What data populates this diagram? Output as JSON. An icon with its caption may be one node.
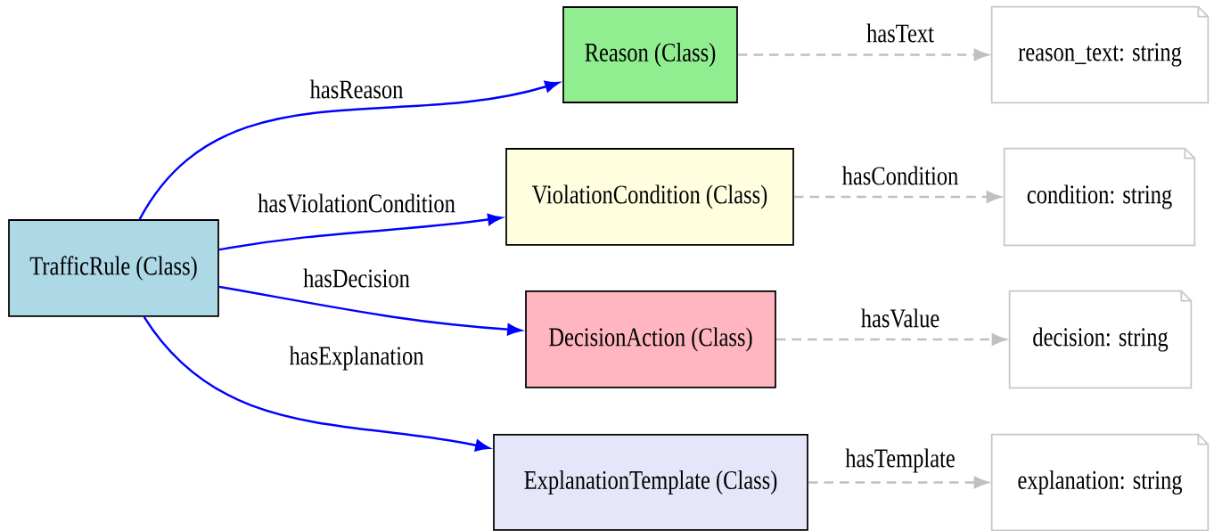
{
  "diagram": {
    "nodes": [
      {
        "text": [
          "TrafficRule (Class)"
        ]
      },
      {
        "text": [
          "Reason (Class)"
        ]
      },
      {
        "text": [
          "ViolationCondition (Class)"
        ]
      },
      {
        "text": [
          "DecisionAction (Class)"
        ]
      },
      {
        "text": [
          "ExplanationTemplate (Class)"
        ]
      },
      {
        "text": [
          "reason_text: string"
        ]
      },
      {
        "text": [
          "condition: string"
        ]
      },
      {
        "text": [
          "decision: string"
        ]
      },
      {
        "text": [
          "explanation: string"
        ]
      }
    ],
    "edges": [
      {
        "from": 0,
        "to": 1,
        "arrow": "to",
        "label": "hasReason",
        "color": "#0000ff"
      },
      {
        "from": 0,
        "to": 2,
        "arrow": "to",
        "label": "hasViolationCondition",
        "color": "#0000ff"
      },
      {
        "from": 0,
        "to": 3,
        "arrow": "to",
        "label": "hasDecision",
        "color": "#0000ff"
      },
      {
        "from": 0,
        "to": 4,
        "arrow": "to",
        "label": "hasExplanation",
        "color": "#0000ff"
      },
      {
        "from": 1,
        "to": 5,
        "arrow": "to",
        "label": "hasText",
        "style": "dashed",
        "color": "#c0c0c0"
      },
      {
        "from": 2,
        "to": 6,
        "arrow": "to",
        "label": "hasCondition",
        "style": "dashed",
        "color": "#c0c0c0"
      },
      {
        "from": 3,
        "to": 7,
        "arrow": "to",
        "label": "hasValue",
        "style": "dashed",
        "color": "#c0c0c0"
      },
      {
        "from": 4,
        "to": 8,
        "arrow": "to",
        "label": "hasTemplate",
        "style": "dashed",
        "color": "#c0c0c0"
      }
    ]
  }
}
